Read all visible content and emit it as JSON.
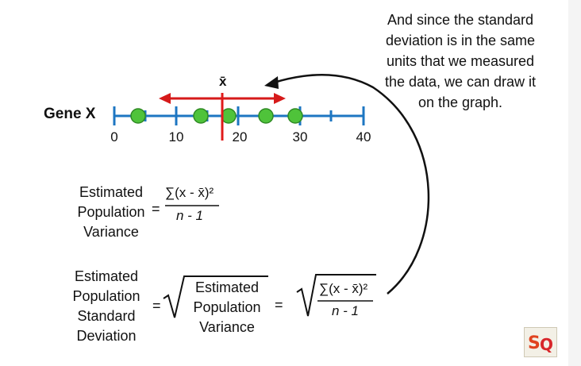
{
  "number_line": {
    "label": "Gene X",
    "ticks": [
      "0",
      "10",
      "20",
      "30",
      "40"
    ],
    "mean_symbol": "x̄"
  },
  "caption": {
    "lines": [
      "And since the standard",
      "deviation is in the same",
      "units that we measured",
      "the data, we can draw it",
      "on the graph."
    ]
  },
  "variance_formula": {
    "label_lines": [
      "Estimated",
      "Population",
      "Variance"
    ],
    "equals": "=",
    "numerator": "∑(x - x̄)²",
    "denominator": "n - 1"
  },
  "sd_formula": {
    "label_lines": [
      "Estimated",
      "Population",
      "Standard",
      "Deviation"
    ],
    "equals": "=",
    "sqrt_label_lines": [
      "Estimated",
      "Population",
      "Variance"
    ],
    "equals2": "=",
    "numerator": "∑(x - x̄)²",
    "denominator": "n - 1"
  },
  "colors": {
    "axis": "#1d76c2",
    "point": "#4fc33a",
    "mean_line": "#e01b1b",
    "arrow": "#d61a1a"
  },
  "icons": [
    "statquest-logo-icon"
  ]
}
